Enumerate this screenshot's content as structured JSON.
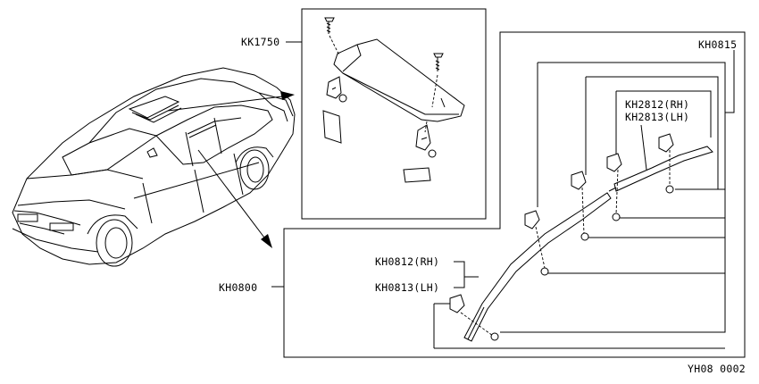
{
  "labels": {
    "kk1750": "KK1750",
    "kh0815": "KH0815",
    "kh2812": "KH2812(RH)",
    "kh2813": "KH2813(LH)",
    "kh0812": "KH0812(RH)",
    "kh0813": "KH0813(LH)",
    "kh0800": "KH0800",
    "code": "YH08 0002"
  }
}
